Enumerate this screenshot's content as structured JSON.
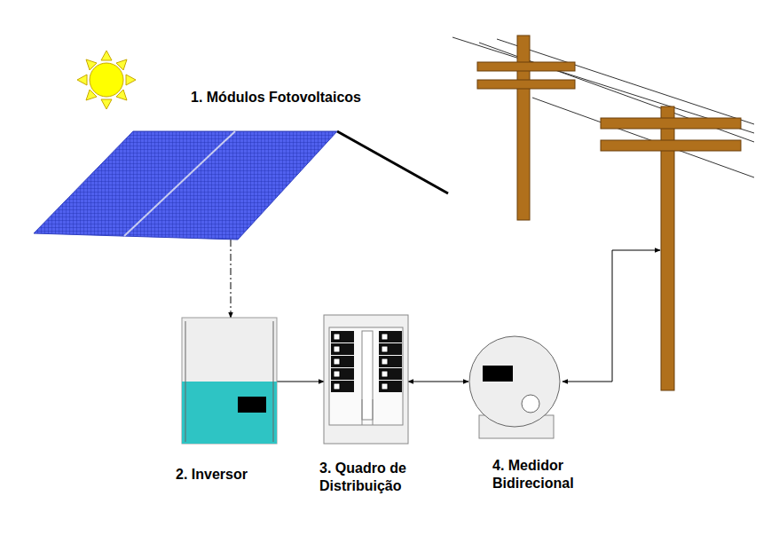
{
  "diagram": {
    "nodes": [
      {
        "text": [
          "1. Módulos Fotovoltaicos"
        ]
      },
      {
        "text": [
          "2. Inversor"
        ]
      },
      {
        "text": [
          "3. Quadro de Distribuição"
        ]
      },
      {
        "text": [
          "4. Medidor Bidirecional"
        ]
      }
    ],
    "edges": [
      {
        "from": 0,
        "to": 1,
        "arrow": "to"
      },
      {
        "from": 1,
        "to": 2,
        "arrow": "to"
      },
      {
        "from": 2,
        "to": 3,
        "arrow": "both"
      }
    ]
  }
}
